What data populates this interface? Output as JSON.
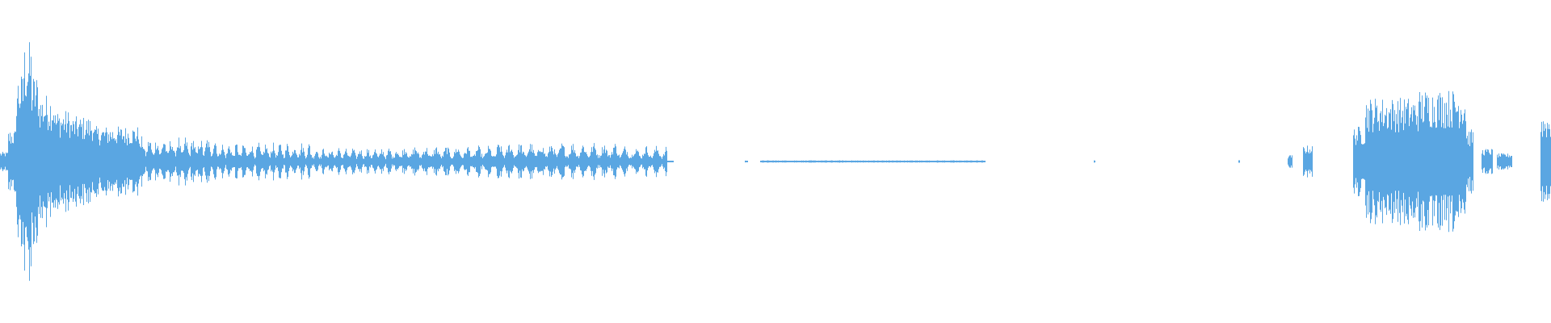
{
  "waveform": {
    "color": "#5aa6e2",
    "background": "#ffffff",
    "duration_fraction_segments": [
      {
        "start": 0.0,
        "end": 0.005,
        "amp": 0.06
      },
      {
        "start": 0.005,
        "end": 0.01,
        "amp": 0.2
      },
      {
        "start": 0.01,
        "end": 0.015,
        "amp": 0.55
      },
      {
        "start": 0.015,
        "end": 0.02,
        "amp": 0.75
      },
      {
        "start": 0.02,
        "end": 0.025,
        "amp": 0.55
      },
      {
        "start": 0.025,
        "end": 0.035,
        "amp": 0.42
      },
      {
        "start": 0.035,
        "end": 0.045,
        "amp": 0.32
      },
      {
        "start": 0.045,
        "end": 0.06,
        "amp": 0.28
      },
      {
        "start": 0.06,
        "end": 0.09,
        "amp": 0.22
      },
      {
        "start": 0.09,
        "end": 0.14,
        "amp": 0.16
      },
      {
        "start": 0.14,
        "end": 0.2,
        "amp": 0.12
      },
      {
        "start": 0.2,
        "end": 0.26,
        "amp": 0.09
      },
      {
        "start": 0.26,
        "end": 0.32,
        "amp": 0.1
      },
      {
        "start": 0.32,
        "end": 0.4,
        "amp": 0.12
      },
      {
        "start": 0.4,
        "end": 0.43,
        "amp": 0.1
      },
      {
        "start": 0.43,
        "end": 0.434,
        "amp": 0.006
      },
      {
        "start": 0.48,
        "end": 0.482,
        "amp": 0.006
      },
      {
        "start": 0.49,
        "end": 0.635,
        "amp": 0.007
      },
      {
        "start": 0.705,
        "end": 0.706,
        "amp": 0.01
      },
      {
        "start": 0.798,
        "end": 0.799,
        "amp": 0.008
      },
      {
        "start": 0.83,
        "end": 0.833,
        "amp": 0.04
      },
      {
        "start": 0.84,
        "end": 0.846,
        "amp": 0.1
      },
      {
        "start": 0.872,
        "end": 0.88,
        "amp": 0.22
      },
      {
        "start": 0.88,
        "end": 0.915,
        "amp": 0.4
      },
      {
        "start": 0.915,
        "end": 0.945,
        "amp": 0.45
      },
      {
        "start": 0.945,
        "end": 0.95,
        "amp": 0.2
      },
      {
        "start": 0.955,
        "end": 0.962,
        "amp": 0.08
      },
      {
        "start": 0.965,
        "end": 0.975,
        "amp": 0.05
      },
      {
        "start": 0.993,
        "end": 1.0,
        "amp": 0.3
      }
    ]
  }
}
